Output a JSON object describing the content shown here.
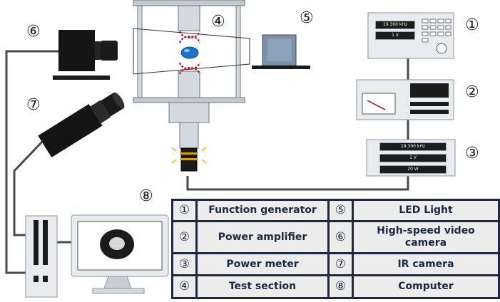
{
  "callouts": [
    {
      "id": "function-generator",
      "number": "①"
    },
    {
      "id": "power-amplifier",
      "number": "②"
    },
    {
      "id": "power-meter",
      "number": "③"
    },
    {
      "id": "test-section",
      "number": "④"
    },
    {
      "id": "led-light",
      "number": "⑤"
    },
    {
      "id": "high-speed-camera",
      "number": "⑥"
    },
    {
      "id": "ir-camera",
      "number": "⑦"
    },
    {
      "id": "computer",
      "number": "⑧"
    }
  ],
  "function_generator_display": {
    "frequency": "19.300 kHz",
    "voltage": "1 V"
  },
  "power_meter_display": {
    "frequency": "19.300 kHz",
    "voltage": "1 V",
    "power": "20 W"
  },
  "legend": {
    "left": [
      {
        "number": "①",
        "label": "Function generator"
      },
      {
        "number": "②",
        "label": "Power amplifier"
      },
      {
        "number": "③",
        "label": "Power meter"
      },
      {
        "number": "④",
        "label": "Test section"
      }
    ],
    "right": [
      {
        "number": "⑤",
        "label": "LED Light"
      },
      {
        "number": "⑥",
        "label": "High-speed video camera"
      },
      {
        "number": "⑦",
        "label": "IR camera"
      },
      {
        "number": "⑧",
        "label": "Computer"
      }
    ]
  },
  "colors": {
    "legend_border": "#1c2740",
    "legend_cell": "#ececec",
    "panel": "#e9ecef",
    "cable": "#4a4a4a",
    "drop": "#1e73c6"
  }
}
